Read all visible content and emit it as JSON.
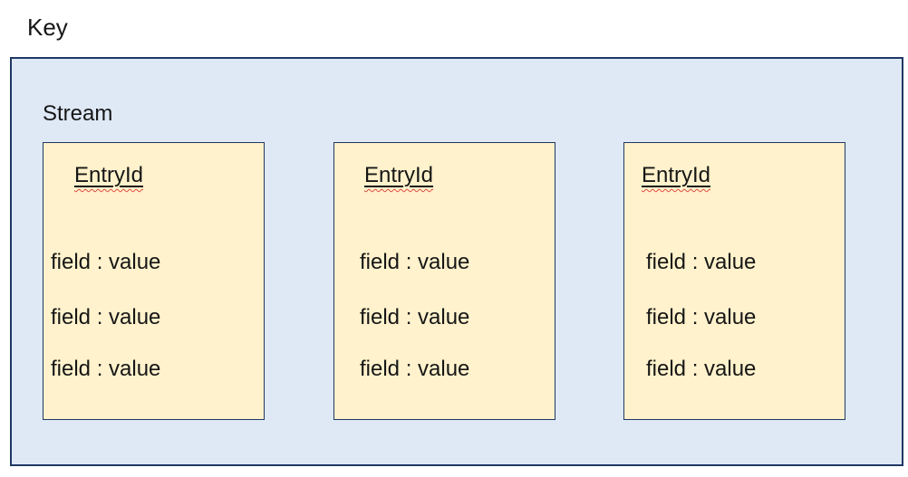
{
  "key_label": "Key",
  "stream": {
    "label": "Stream",
    "entries": [
      {
        "id_label": "EntryId",
        "fields": [
          "field : value",
          "field : value",
          "field : value"
        ]
      },
      {
        "id_label": "EntryId",
        "fields": [
          "field : value",
          "field : value",
          "field : value"
        ]
      },
      {
        "id_label": "EntryId",
        "fields": [
          "field : value",
          "field : value",
          "field : value"
        ]
      }
    ]
  },
  "colors": {
    "stream_fill": "#dee9f5",
    "stream_border": "#1f3864",
    "entry_fill": "#fff2cc",
    "entry_border": "#1f3864",
    "text": "#161616",
    "spellcheck_squiggle": "#e24b42",
    "background": "#ffffff"
  }
}
